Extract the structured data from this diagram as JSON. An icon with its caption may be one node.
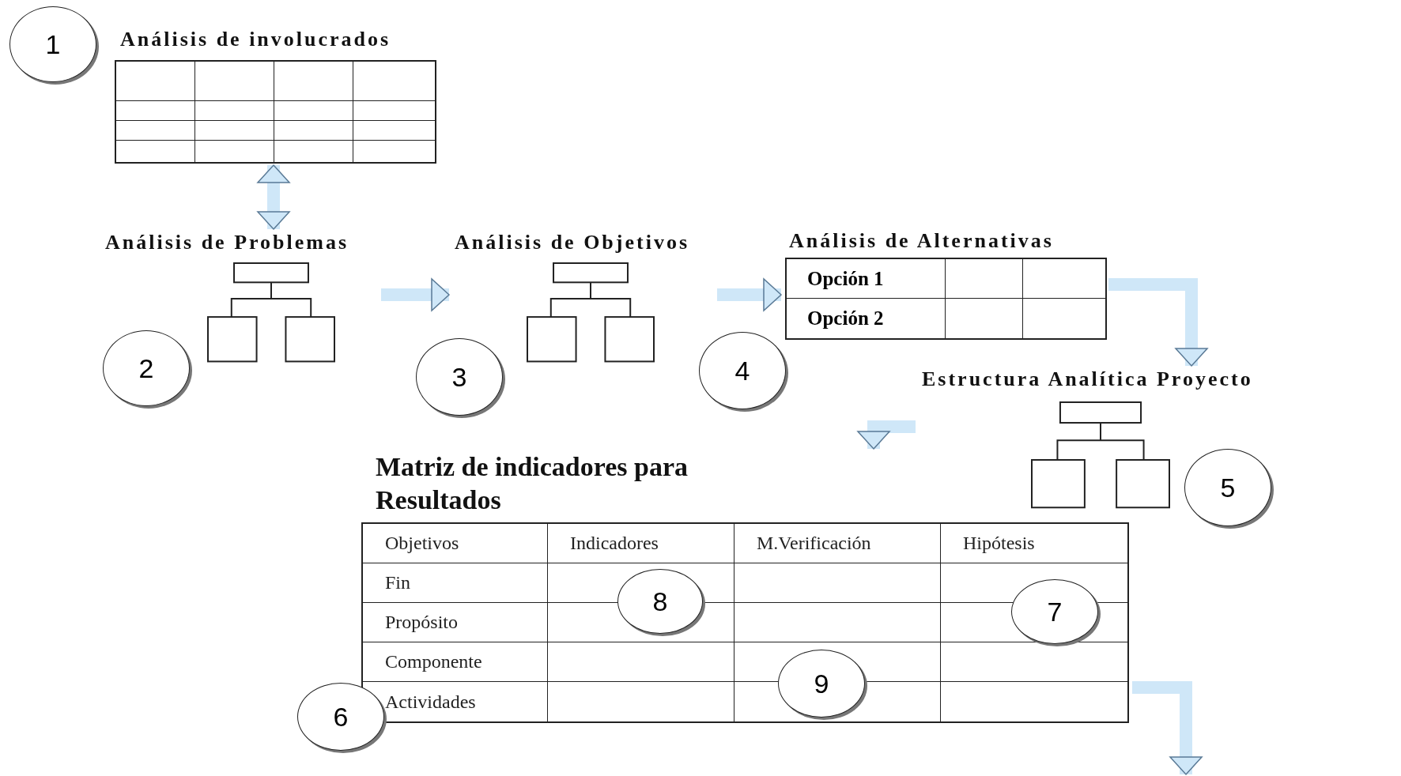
{
  "diagram": {
    "nodes": [
      {
        "text": [
          "1"
        ]
      },
      {
        "text": [
          "Análisis de involucrados"
        ]
      },
      {
        "text": [
          "Análisis de Problemas"
        ]
      },
      {
        "text": [
          "Análisis de Objetivos"
        ]
      },
      {
        "text": [
          "Análisis de Alternativas",
          "Opción 1",
          "Opción 2"
        ]
      },
      {
        "text": [
          "2"
        ]
      },
      {
        "text": [
          "3"
        ]
      },
      {
        "text": [
          "4"
        ]
      },
      {
        "text": [
          "Estructura Analítica Proyecto"
        ]
      },
      {
        "text": [
          "5"
        ]
      },
      {
        "text": [
          "Matriz de indicadores para Resultados",
          "Objetivos",
          "Indicadores",
          "M.Verificación",
          "Hipótesis",
          "Fin",
          "Propósito",
          "Componente",
          "Actividades"
        ]
      },
      {
        "text": [
          "8"
        ],
        "in": 10
      },
      {
        "text": [
          "7"
        ],
        "in": 10
      },
      {
        "text": [
          "9"
        ],
        "in": 10
      },
      {
        "text": [
          "6"
        ]
      }
    ],
    "edges": [
      {
        "from": 1,
        "to": 2,
        "arrow": "both"
      },
      {
        "from": 2,
        "to": 3,
        "arrow": "to"
      },
      {
        "from": 3,
        "to": 4,
        "arrow": "to"
      },
      {
        "from": 4,
        "to": 8,
        "arrow": "to"
      },
      {
        "from": 8,
        "to": 10,
        "arrow": "to"
      },
      {
        "from": 10,
        "to": null,
        "arrow": "to"
      }
    ]
  }
}
